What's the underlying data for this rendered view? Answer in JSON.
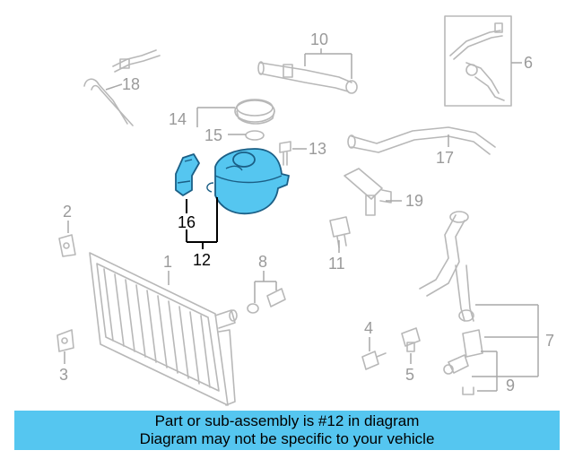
{
  "callouts": {
    "c1": "1",
    "c2": "2",
    "c3": "3",
    "c4": "4",
    "c5": "5",
    "c6": "6",
    "c7": "7",
    "c8": "8",
    "c9": "9",
    "c10": "10",
    "c11": "11",
    "c12": "12",
    "c13": "13",
    "c14": "14",
    "c15": "15",
    "c16": "16",
    "c17": "17",
    "c18": "18",
    "c19": "19"
  },
  "highlighted_part": "12",
  "colors": {
    "highlight_fill": "#55c6f0",
    "highlight_stroke": "#1b5f86",
    "banner": "#55c6f0"
  },
  "banner": {
    "line1": "Part or sub-assembly is #12 in diagram",
    "line2": "Diagram may not be specific to your vehicle"
  }
}
